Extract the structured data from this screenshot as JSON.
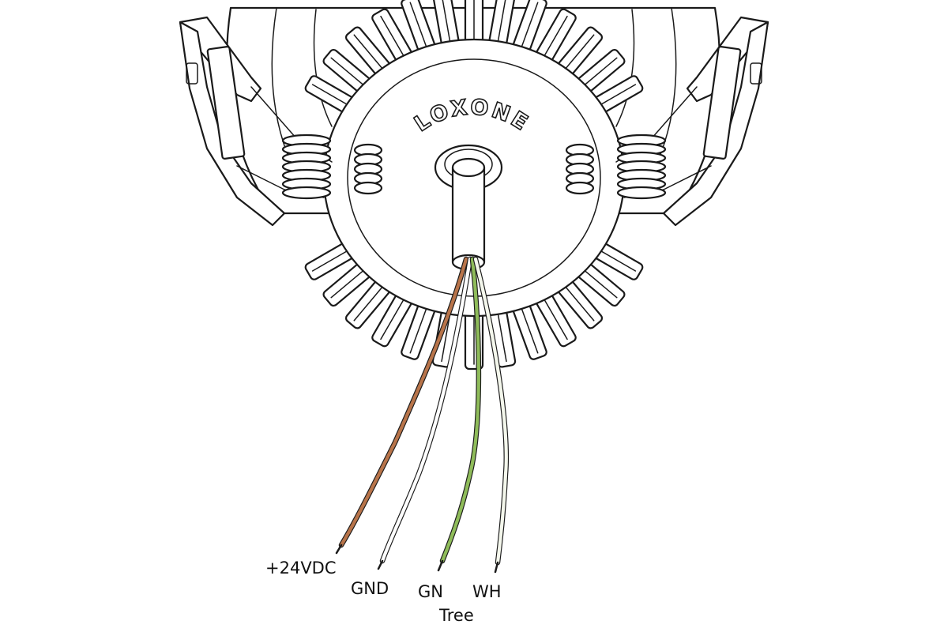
{
  "brand_text": "LOXONE",
  "wires": [
    {
      "label": "+24VDC",
      "color": "#b8744a",
      "sub_label": ""
    },
    {
      "label": "GND",
      "color": "#ffffff",
      "sub_label": ""
    },
    {
      "label": "GN",
      "color": "#8fbc5a",
      "sub_label": ""
    },
    {
      "label": "WH",
      "color": "#f4f7ec",
      "sub_label": ""
    }
  ],
  "group_label": "Tree",
  "line_color": "#1a1a1a",
  "background": "#ffffff"
}
